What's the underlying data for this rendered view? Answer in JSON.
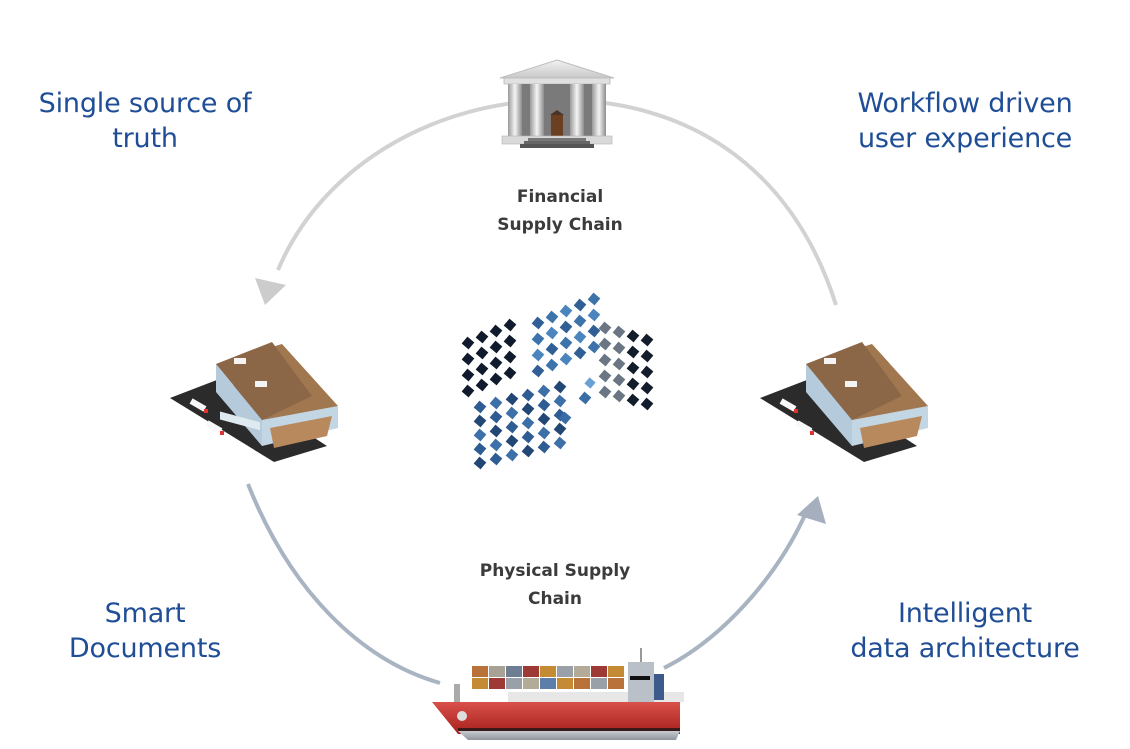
{
  "diagram": {
    "title": "Supply chain platform cycle",
    "colors": {
      "accent_text": "#1f4e96",
      "node_label_text": "#3b3b3b",
      "upper_arc": "#d2d2d2",
      "lower_arc": "#a9b4c2"
    },
    "corner_labels": {
      "top_left": {
        "line1": "Single source of",
        "line2": "truth"
      },
      "top_right": {
        "line1": "Workflow driven",
        "line2": "user experience"
      },
      "bottom_left": {
        "line1": "Smart",
        "line2": "Documents"
      },
      "bottom_right": {
        "line1": "Intelligent",
        "line2": "data architecture"
      }
    },
    "nodes": {
      "top": {
        "icon": "bank-building-icon",
        "label_line1": "Financial",
        "label_line2": "Supply Chain"
      },
      "left": {
        "icon": "warehouse-icon"
      },
      "right": {
        "icon": "warehouse-icon"
      },
      "bottom": {
        "icon": "cargo-ship-icon",
        "label_line1": "Physical Supply",
        "label_line2": "Chain"
      },
      "center": {
        "icon": "globe-pixel-logo-icon"
      }
    },
    "flow": [
      {
        "from": "right",
        "to": "left",
        "via": "top",
        "arrow": "arrow-left-warehouse"
      },
      {
        "from": "left",
        "to": "right",
        "via": "bottom",
        "arrow": "arrow-right-warehouse"
      }
    ]
  }
}
